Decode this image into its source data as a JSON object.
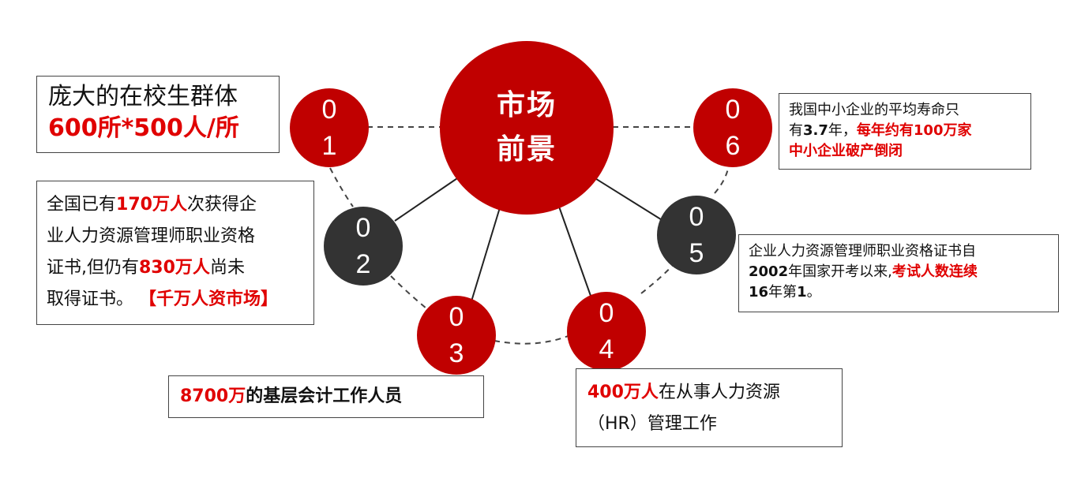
{
  "colors": {
    "red": "#c00000",
    "dark": "#333333",
    "highlight": "#e00000"
  },
  "center": {
    "line1": "市场",
    "line2": "前景"
  },
  "nodes": [
    {
      "d1": "0",
      "d2": "1"
    },
    {
      "d1": "0",
      "d2": "2"
    },
    {
      "d1": "0",
      "d2": "3"
    },
    {
      "d1": "0",
      "d2": "4"
    },
    {
      "d1": "0",
      "d2": "5"
    },
    {
      "d1": "0",
      "d2": "6"
    }
  ],
  "box1": {
    "line1": "庞大的在校生群体",
    "line2": "600所*500人/所"
  },
  "box2": {
    "p1": "全国已有",
    "h1": "170万人",
    "p2": "次获得企",
    "p3": "业人力资源管理师职业资格",
    "p4": "证书,但仍有",
    "h2": "830万人",
    "p5": "尚未",
    "p6": "取得证书。",
    "h3": "【千万人资市场】"
  },
  "box3": {
    "h1": "8700万",
    "p1": "的基层会计工作人员"
  },
  "box4": {
    "h1": "400万人",
    "p1": "在从事人力资源",
    "p2": "（HR）管理工作"
  },
  "box5": {
    "p1": "企业人力资源管理师职业资格证书自",
    "b1": "2002",
    "p2": "年国家开考以来,",
    "h1": "考试人数连续",
    "b2": "16",
    "p3": "年第",
    "b3": "1",
    "p4": "。"
  },
  "box6": {
    "p1": "我国中小企业的平均寿命只",
    "p2": "有",
    "b1": "3.7",
    "p3": "年，",
    "h1": "每年约有100万家",
    "h2": "中小企业破产倒闭"
  }
}
